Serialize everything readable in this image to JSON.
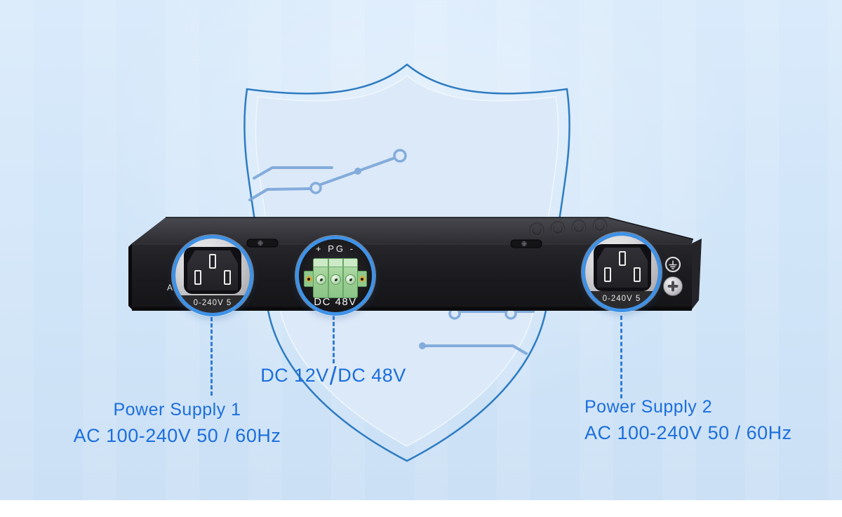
{
  "colors": {
    "accent_blue": "#1b6ede",
    "ring_blue": "#3e92e8",
    "leader_blue": "#2f7cd6",
    "shield_outline": "#2e7cc2",
    "shield_fill_light": "#dce9f8",
    "shield_fill_blue": "#85b2e2",
    "device_top": "#3c3c43",
    "device_face": "#1d1d21",
    "terminal_green": "#9ed69a"
  },
  "device": {
    "panel_letter": "A",
    "panel_fragment_left": "0-240V 5",
    "panel_fragment_right": "0-240V 5"
  },
  "callouts": {
    "dc": {
      "top": "+ PG -",
      "bottom": "DC 48V"
    }
  },
  "annotations": {
    "dc_left": "DC 12V",
    "dc_slash": "/",
    "dc_right": "DC 48V",
    "ps1_title": "Power Supply 1",
    "ps1_spec": "AC 100-240V 50 / 60Hz",
    "ps2_title": "Power Supply 2",
    "ps2_spec": "AC 100-240V 50 / 60Hz"
  }
}
